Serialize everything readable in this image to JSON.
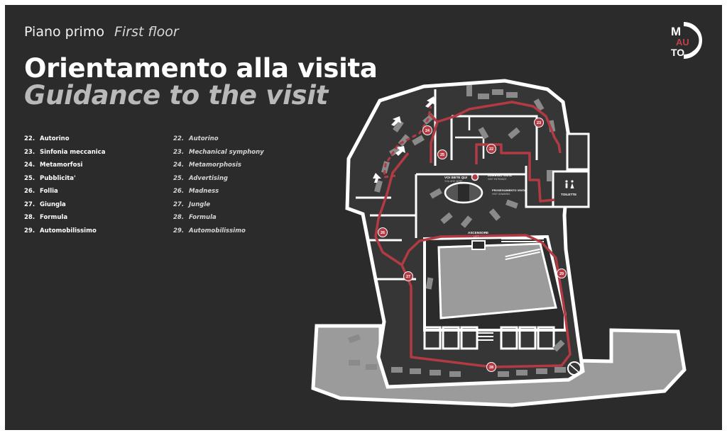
{
  "header": {
    "floor_it": "Piano primo",
    "floor_en": "First floor",
    "title_it": "Orientamento alla visita",
    "title_en": "Guidance to the visit"
  },
  "logo": {
    "line1": "M",
    "line2": "AU",
    "line3": "TO",
    "accent_color": "#c0414a"
  },
  "legend_it": [
    {
      "num": "22.",
      "label": "Autorino"
    },
    {
      "num": "23.",
      "label": "Sinfonia meccanica"
    },
    {
      "num": "24.",
      "label": "Metamorfosi"
    },
    {
      "num": "25.",
      "label": "Pubblicita'"
    },
    {
      "num": "26.",
      "label": "Follia"
    },
    {
      "num": "27.",
      "label": "Giungla"
    },
    {
      "num": "28.",
      "label": "Formula"
    },
    {
      "num": "29.",
      "label": "Automobilissimo"
    }
  ],
  "legend_en": [
    {
      "num": "22.",
      "label": "Autorino"
    },
    {
      "num": "23.",
      "label": "Mechanical symphony"
    },
    {
      "num": "24.",
      "label": "Metamorphosis"
    },
    {
      "num": "25.",
      "label": "Advertising"
    },
    {
      "num": "26.",
      "label": "Madness"
    },
    {
      "num": "27.",
      "label": "Jungle"
    },
    {
      "num": "28.",
      "label": "Formula"
    },
    {
      "num": "29.",
      "label": "Automobilissimo"
    }
  ],
  "map": {
    "you_are_here_it": "VOI SIETE QUI",
    "you_are_here_en": "YOU ARE HERE",
    "entrance_it": "INGRESSO VISITA",
    "entrance_en": "VISIT ENTRANCE",
    "continue_it": "PROSEGUIMENTO VISITA",
    "continue_en": "VISIT ONWARDS",
    "lift_it": "ASCENSORE",
    "lift_en": "LIFT",
    "toilets": "TOILETTE",
    "markers": [
      "22",
      "23",
      "24",
      "25",
      "26",
      "27",
      "28",
      "29"
    ],
    "route_color": "#b23a43",
    "floor_color": "#9b9b9b",
    "wall_color": "#ffffff"
  }
}
